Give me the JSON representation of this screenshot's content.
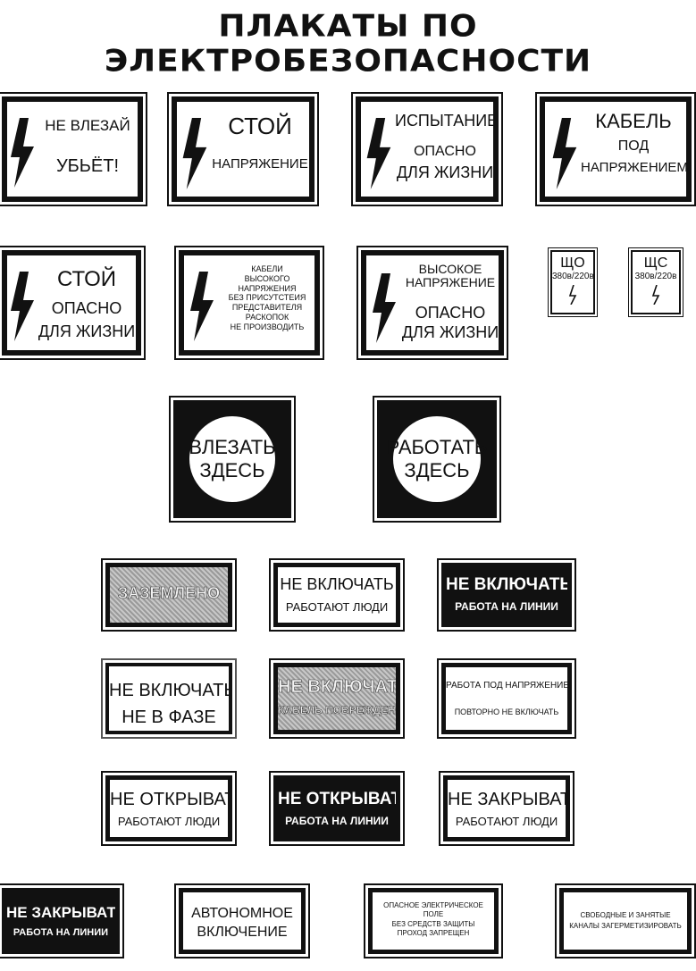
{
  "title": "ПЛАКАТЫ ПО ЭЛЕКТРОБЕЗОПАСНОСТИ",
  "row1": [
    {
      "lines": [
        "НЕ ВЛЕЗАЙ",
        "УБЬЁТ!"
      ]
    },
    {
      "lines": [
        "СТОЙ",
        "НАПРЯЖЕНИЕ"
      ]
    },
    {
      "lines": [
        "ИСПЫТАНИЕ",
        "ОПАСНО",
        "ДЛЯ ЖИЗНИ"
      ]
    },
    {
      "lines": [
        "КАБЕЛЬ",
        "ПОД",
        "НАПРЯЖЕНИЕМ"
      ]
    }
  ],
  "row2": [
    {
      "lines": [
        "СТОЙ",
        "ОПАСНО",
        "ДЛЯ ЖИЗНИ"
      ]
    },
    {
      "lines": [
        "КАБЕЛИ",
        "ВЫСОКОГО",
        "НАПРЯЖЕНИЯ",
        "БЕЗ ПРИСУТСТЕИЯ",
        "ПРЕДСТАВИТЕЛЯ",
        "РАСКОПОК",
        "НЕ ПРОИЗВОДИТЬ"
      ]
    },
    {
      "lines": [
        "ВЫСОКОЕ",
        "НАПРЯЖЕНИЕ",
        "ОПАСНО",
        "ДЛЯ ЖИЗНИ"
      ]
    }
  ],
  "panels": [
    {
      "code": "ЩО",
      "voltage": "380в/220в"
    },
    {
      "code": "ЩС",
      "voltage": "380в/220в"
    }
  ],
  "round": [
    {
      "lines": [
        "ВЛЕЗАТЬ",
        "ЗДЕСЬ"
      ]
    },
    {
      "lines": [
        "РАБОТАТЬ",
        "ЗДЕСЬ"
      ]
    }
  ],
  "row4": [
    {
      "lines": [
        "ЗАЗЕМЛЕНО"
      ]
    },
    {
      "lines": [
        "НЕ ВКЛЮЧАТЬ",
        "РАБОТАЮТ ЛЮДИ"
      ]
    },
    {
      "lines": [
        "НЕ ВКЛЮЧАТЬ",
        "РАБОТА НА ЛИНИИ"
      ]
    }
  ],
  "row5": [
    {
      "lines": [
        "НЕ ВКЛЮЧАТЬ",
        "НЕ В ФАЗЕ"
      ]
    },
    {
      "lines": [
        "НЕ ВКЛЮЧАТЬ",
        "КАБЕЛЬ ПОВРЕЖДЕН"
      ]
    },
    {
      "lines": [
        "РАБОТА ПОД НАПРЯЖЕНИЕМ",
        "ПОВТОРНО НЕ ВКЛЮЧАТЬ"
      ]
    }
  ],
  "row6": [
    {
      "lines": [
        "НЕ ОТКРЫВАТЬ",
        "РАБОТАЮТ ЛЮДИ"
      ]
    },
    {
      "lines": [
        "НЕ ОТКРЫВАТЬ",
        "РАБОТА НА ЛИНИИ"
      ]
    },
    {
      "lines": [
        "НЕ ЗАКРЫВАТЬ",
        "РАБОТАЮТ ЛЮДИ"
      ]
    }
  ],
  "row7": [
    {
      "lines": [
        "НЕ ЗАКРЫВАТЬ",
        "РАБОТА НА ЛИНИИ"
      ]
    },
    {
      "lines": [
        "АВТОНОМНОЕ",
        "ВКЛЮЧЕНИЕ"
      ]
    },
    {
      "lines": [
        "ОПАСНОЕ ЭЛЕКТРИЧЕСКОЕ",
        "ПОЛЕ",
        "БЕЗ СРЕДСТВ ЗАЩИТЫ",
        "ПРОХОД ЗАПРЕЩЕН"
      ]
    },
    {
      "lines": [
        "СВОБОДНЫЕ И ЗАНЯТЫЕ",
        "КАНАЛЫ ЗАГЕРМЕТИЗИРОВАТЬ"
      ]
    }
  ],
  "icons": {
    "bolt": "lightning-bolt-icon"
  },
  "colors": {
    "ink": "#111111",
    "paper": "#ffffff",
    "halftone": "#9a9a9a"
  }
}
